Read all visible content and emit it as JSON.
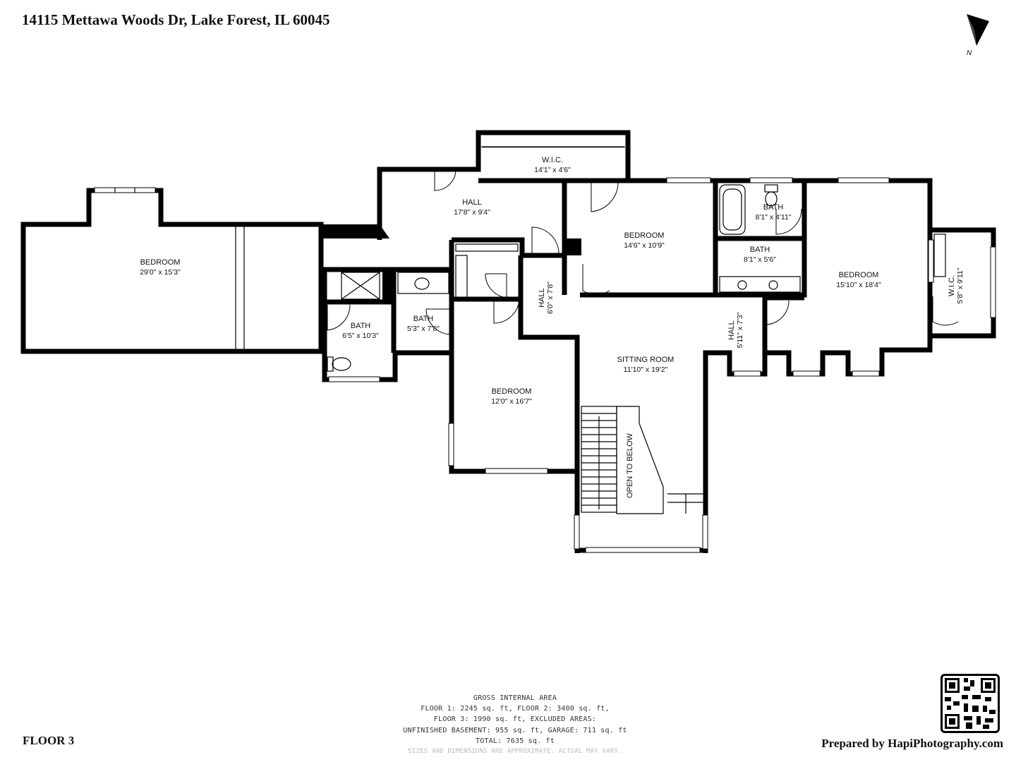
{
  "header": {
    "address": "14115 Mettawa Woods Dr, Lake Forest, IL  60045"
  },
  "compass": {
    "label": "N"
  },
  "rooms": [
    {
      "id": "bedroom-1",
      "name": "BEDROOM",
      "dims": "29'0\" x 15'3\""
    },
    {
      "id": "wic-1",
      "name": "W.I.C.",
      "dims": "14'1\" x 4'6\""
    },
    {
      "id": "hall-1",
      "name": "HALL",
      "dims": "17'8\" x 9'4\""
    },
    {
      "id": "bedroom-2",
      "name": "BEDROOM",
      "dims": "14'6\" x 10'9\""
    },
    {
      "id": "bath-1",
      "name": "BATH",
      "dims": "8'1\" x 4'11\""
    },
    {
      "id": "bath-2",
      "name": "BATH",
      "dims": "8'1\" x 5'6\""
    },
    {
      "id": "bedroom-3",
      "name": "BEDROOM",
      "dims": "15'10\" x 18'4\""
    },
    {
      "id": "wic-2",
      "name": "W.I.C.",
      "dims": "5'8\" x 9'11\""
    },
    {
      "id": "hall-2",
      "name": "HALL",
      "dims": "6'0\" x 7'8\""
    },
    {
      "id": "bath-3",
      "name": "BATH",
      "dims": "6'5\" x 10'3\""
    },
    {
      "id": "bath-4",
      "name": "BATH",
      "dims": "5'3\" x 7'8\""
    },
    {
      "id": "sitting-room",
      "name": "SITTING ROOM",
      "dims": "11'10\" x 19'2\""
    },
    {
      "id": "hall-3",
      "name": "HALL",
      "dims": "5'11\" x 7'3\""
    },
    {
      "id": "bedroom-4",
      "name": "BEDROOM",
      "dims": "12'0\" x 16'7\""
    },
    {
      "id": "open-below",
      "name": "OPEN TO BELOW",
      "dims": ""
    }
  ],
  "area_summary": {
    "title": "GROSS INTERNAL AREA",
    "line1": "FLOOR 1: 2245 sq. ft, FLOOR 2: 3400 sq. ft,",
    "line2": "FLOOR 3: 1990 sq. ft, EXCLUDED AREAS:",
    "line3": "UNFINISHED BASEMENT: 955 sq. ft, GARAGE: 711 sq. ft",
    "line4": "TOTAL: 7635 sq. ft",
    "disclaimer": "SIZES AND DIMENSIONS ARE APPROXIMATE, ACTUAL MAY VARY."
  },
  "footer": {
    "floor_label": "FLOOR 3",
    "prepared_by": "Prepared by HapiPhotography.com"
  }
}
